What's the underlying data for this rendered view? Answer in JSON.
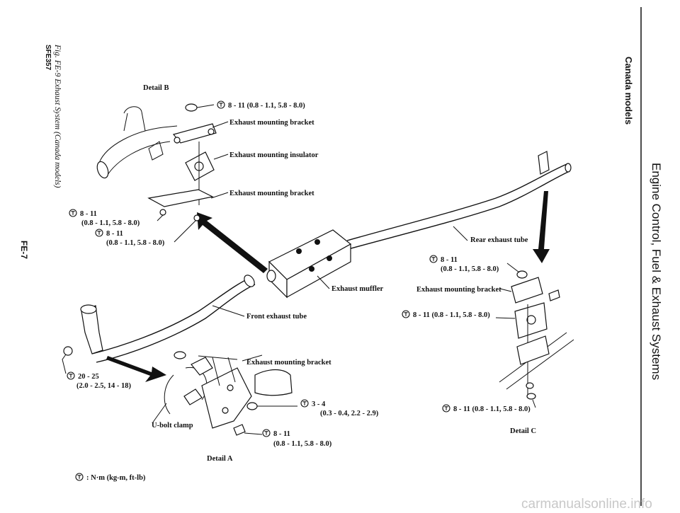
{
  "side_header": {
    "section_title": "Engine Control, Fuel & Exhaust Systems",
    "region": "Canada models"
  },
  "figure": {
    "code": "SFE357",
    "caption": "Fig. FE-9 Exhaust System (Canada models)",
    "page_number": "FE-7"
  },
  "details": {
    "b": "Detail B",
    "a": "Detail A",
    "c": "Detail C"
  },
  "parts": {
    "exhaust_mounting_bracket": "Exhaust mounting bracket",
    "exhaust_mounting_insulator": "Exhaust mounting insulator",
    "rear_exhaust_tube": "Rear exhaust tube",
    "exhaust_muffler": "Exhaust muffler",
    "front_exhaust_tube": "Front exhaust tube",
    "u_bolt_clamp": "U-bolt clamp"
  },
  "torque": {
    "t_8_11_inline": "8 - 11 (0.8 - 1.1, 5.8 - 8.0)",
    "t_8_11": "8 - 11",
    "t_8_11_paren": "(0.8 - 1.1, 5.8 - 8.0)",
    "t_20_25": "20 - 25",
    "t_20_25_paren": "(2.0 - 2.5, 14 - 18)",
    "t_3_4": "3 - 4",
    "t_3_4_paren": "(0.3 - 0.4, 2.2 - 2.9)"
  },
  "legend": {
    "unit": ": N·m (kg-m, ft-lb)"
  },
  "watermark": "carmanualsonline.info",
  "icons": {
    "torque": "torque-symbol-icon"
  }
}
